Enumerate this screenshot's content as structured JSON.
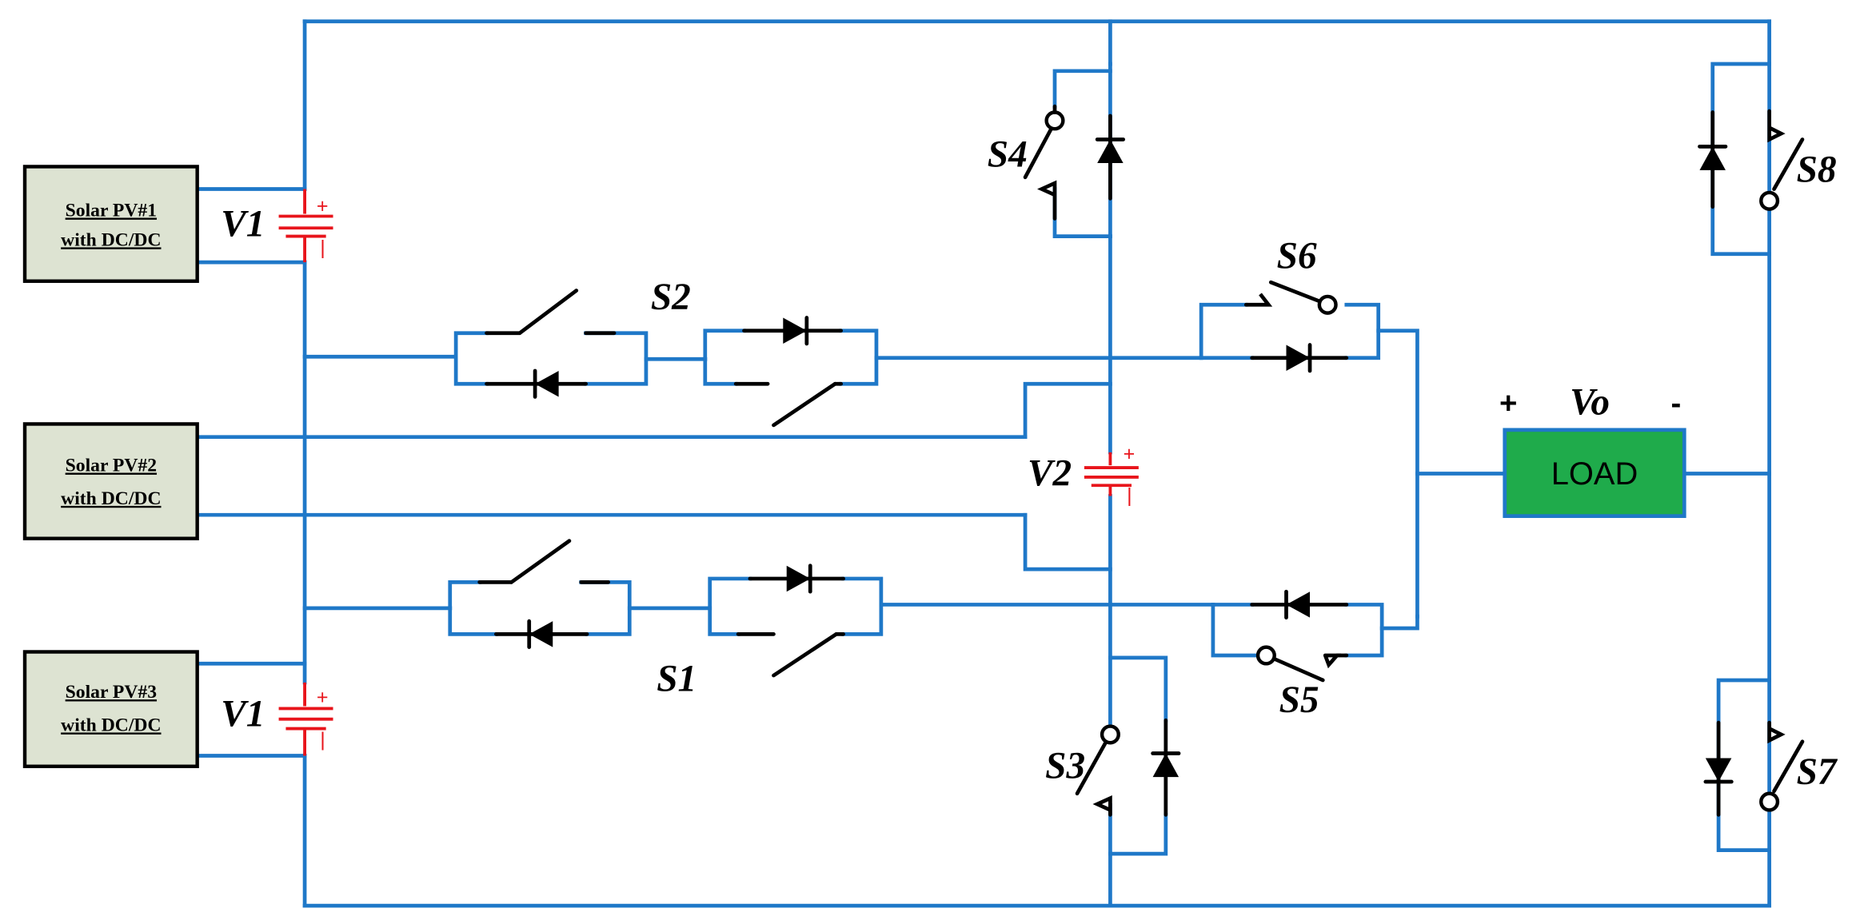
{
  "pv_sources": [
    {
      "line1": "Solar PV#1",
      "line2": "with DC/DC"
    },
    {
      "line1": "Solar PV#2",
      "line2": "with DC/DC"
    },
    {
      "line1": "Solar PV#3",
      "line2": "with DC/DC"
    }
  ],
  "batteries": {
    "top": "V1",
    "middle": "V2",
    "bottom": "V1",
    "plus_sign": "+",
    "minus_sign": "|"
  },
  "switches": {
    "s1": "S1",
    "s2": "S2",
    "s3": "S3",
    "s4": "S4",
    "s5": "S5",
    "s6": "S6",
    "s7": "S7",
    "s8": "S8"
  },
  "load": {
    "label": "LOAD",
    "output_label": "Vo",
    "plus": "+",
    "minus": "-"
  },
  "colors": {
    "wire": "#1f78c8",
    "battery": "#e8141b",
    "load_fill": "#1fab4b",
    "pv_fill": "#dde3d2"
  }
}
